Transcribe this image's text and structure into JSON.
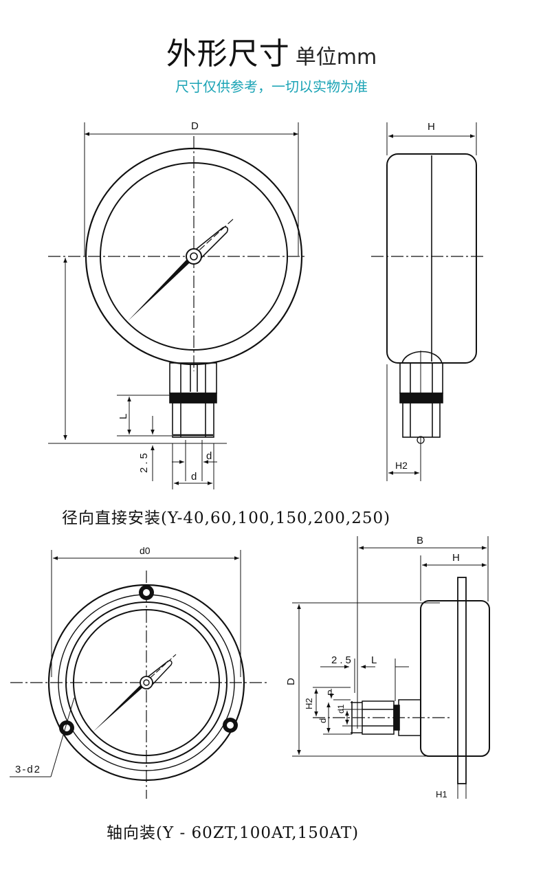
{
  "header": {
    "title": "外形尺寸",
    "unit": "单位mm",
    "subtitle": "尺寸仅供参考，一切以实物为准"
  },
  "diagram1": {
    "caption": "径向直接安装(Y-40,60,100,150,200,250)",
    "labels": {
      "D": "D",
      "H": "H",
      "L": "L",
      "gap": "2.5",
      "d_small": "d",
      "d_big": "d",
      "H2": "H2"
    }
  },
  "diagram2": {
    "caption": "轴向装(Y - 60ZT,100AT,150AT)",
    "labels": {
      "d0": "d0",
      "B": "B",
      "H": "H",
      "D": "D",
      "gap": "2.5",
      "L": "L",
      "H2": "H2",
      "P": "P",
      "d": "d",
      "d1": "d1",
      "holes": "3-d2",
      "H1": "H1"
    }
  },
  "colors": {
    "line": "#111111",
    "accent": "#1aa3b5"
  }
}
